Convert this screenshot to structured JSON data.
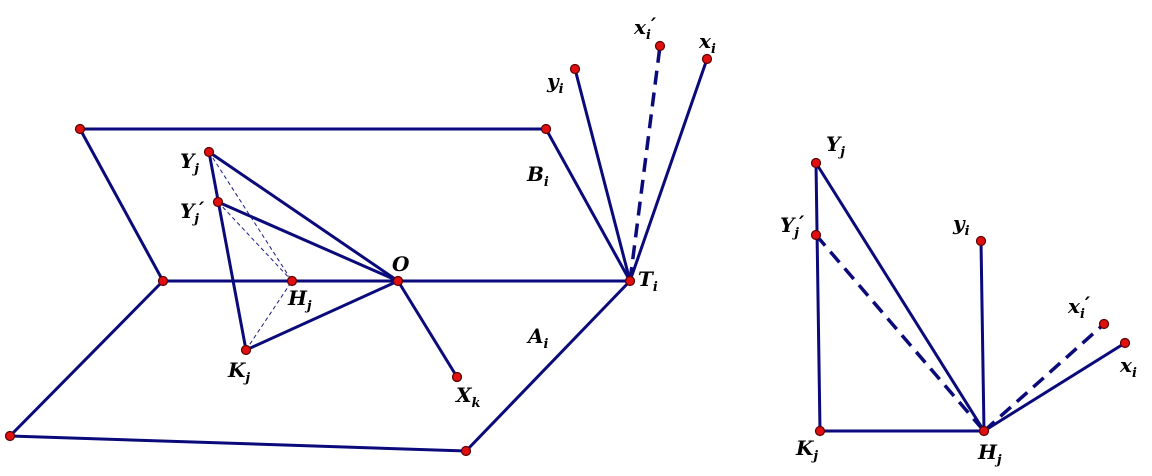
{
  "labels": {
    "Yj": {
      "m": "Y",
      "s": "j",
      "p": ""
    },
    "Yjp": {
      "m": "Y",
      "s": "j",
      "p": "′"
    },
    "Hj": {
      "m": "H",
      "s": "j",
      "p": ""
    },
    "Kj": {
      "m": "K",
      "s": "j",
      "p": ""
    },
    "O": {
      "m": "O",
      "s": "",
      "p": ""
    },
    "Xk": {
      "m": "X",
      "s": "k",
      "p": ""
    },
    "Ti": {
      "m": "T",
      "s": "i",
      "p": ""
    },
    "Bi": {
      "m": "B",
      "s": "i",
      "p": ""
    },
    "Ai": {
      "m": "A",
      "s": "i",
      "p": ""
    },
    "yi": {
      "m": "y",
      "s": "i",
      "p": ""
    },
    "xip": {
      "m": "x",
      "s": "i",
      "p": "′"
    },
    "xi": {
      "m": "x",
      "s": "i",
      "p": ""
    },
    "r_Yj": {
      "m": "Y",
      "s": "j",
      "p": ""
    },
    "r_Yjp": {
      "m": "Y",
      "s": "j",
      "p": "′"
    },
    "r_yi": {
      "m": "y",
      "s": "i",
      "p": ""
    },
    "r_xip": {
      "m": "x",
      "s": "i",
      "p": "′"
    },
    "r_xi": {
      "m": "x",
      "s": "i",
      "p": ""
    },
    "r_Kj": {
      "m": "K",
      "s": "j",
      "p": ""
    },
    "r_Hj": {
      "m": "H",
      "s": "j",
      "p": ""
    }
  },
  "colors": {
    "line": "#0a0a7a",
    "point": "#e01010",
    "text": "#000000"
  }
}
